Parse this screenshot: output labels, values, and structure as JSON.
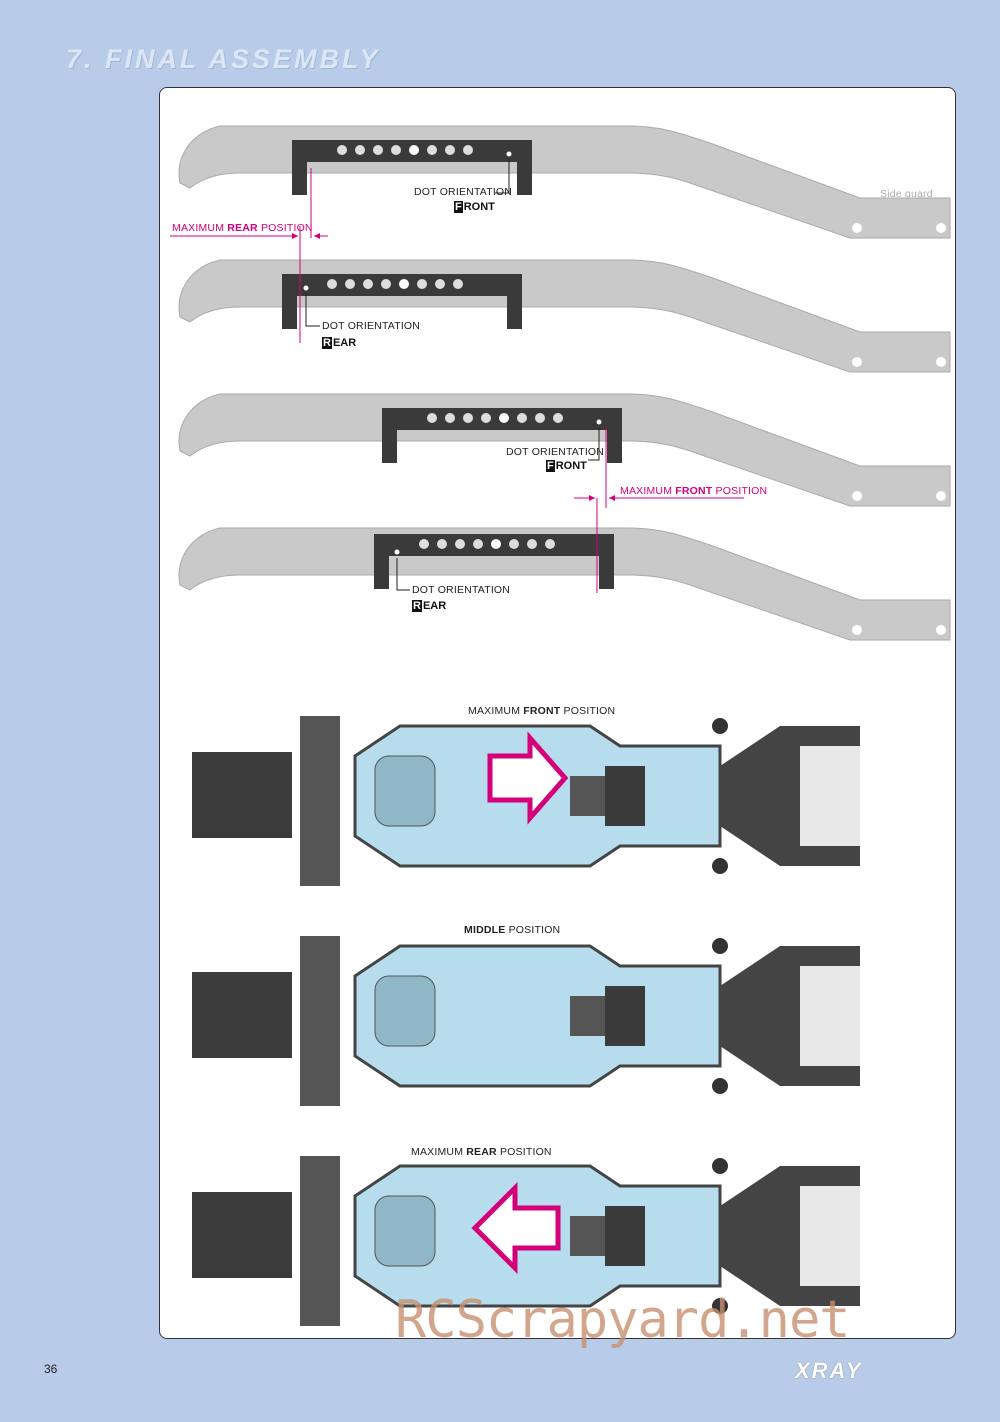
{
  "header": {
    "section_title": "7. FINAL ASSEMBLY"
  },
  "diagram_top": {
    "side_guard_label": "Side guard",
    "dot_orientation_label": "DOT ORIENTATION",
    "front_word": "RONT",
    "front_initial": "F",
    "rear_word": "EAR",
    "rear_initial": "R",
    "max_rear_prefix": "MAXIMUM ",
    "max_rear_bold": "REAR",
    "max_rear_suffix": " POSITION",
    "max_front_prefix": "MAXIMUM ",
    "max_front_bold": "FRONT",
    "max_front_suffix": " POSITION"
  },
  "diagram_bottom": {
    "label1_prefix": "MAXIMUM ",
    "label1_bold": "FRONT",
    "label1_suffix": " POSITION",
    "label2_bold": "MIDDLE",
    "label2_suffix": " POSITION",
    "label3_prefix": "MAXIMUM ",
    "label3_bold": "REAR",
    "label3_suffix": " POSITION"
  },
  "footer": {
    "page_number": "36",
    "brand_logo": "XRAY",
    "watermark": "RCScrapyard.net"
  }
}
